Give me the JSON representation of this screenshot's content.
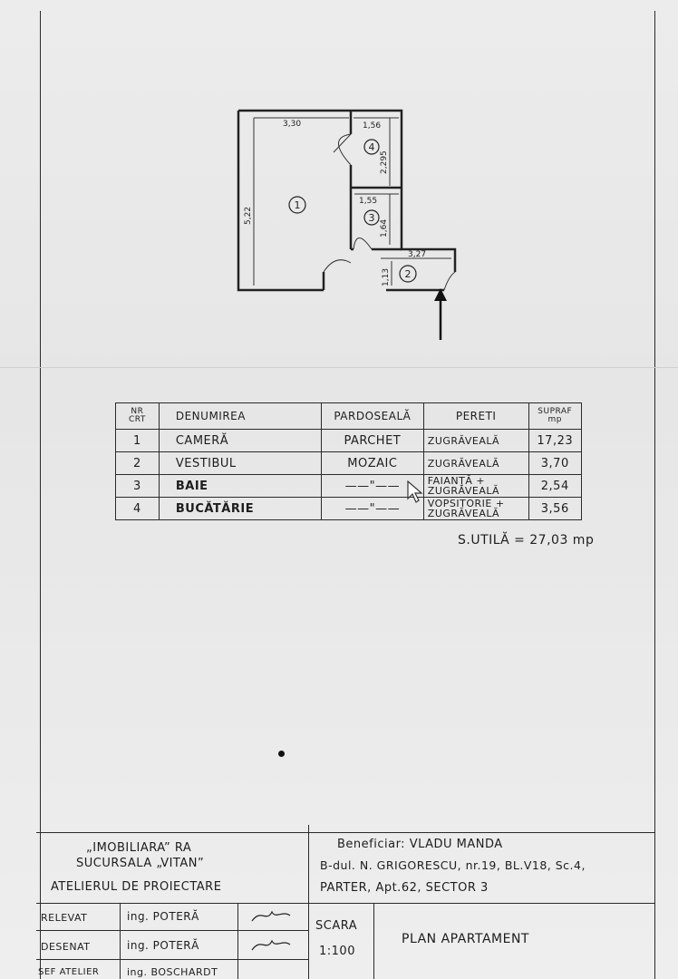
{
  "plan": {
    "dimensions": {
      "room1_width": "3,30",
      "room4_width": "1,56",
      "room1_height": "5,22",
      "room4_height": "2,295",
      "room3_width": "1,55",
      "room3_height": "1,64",
      "room2_width": "3,27",
      "room2_height": "1,13"
    },
    "room_numbers": [
      "1",
      "2",
      "3",
      "4"
    ]
  },
  "table": {
    "headers": {
      "nr_line1": "NR",
      "nr_line2": "CRT",
      "name": "DENUMIREA",
      "floor": "PARDOSEALĂ",
      "walls": "PERETI",
      "area_line1": "SUPRAF",
      "area_line2": "mp"
    },
    "rows": [
      {
        "nr": "1",
        "name": "CAMERĂ",
        "floor": "PARCHET",
        "walls_1": "ZUGRĂVEALĂ",
        "walls_2": "",
        "area": "17,23"
      },
      {
        "nr": "2",
        "name": "VESTIBUL",
        "floor": "MOZAIC",
        "walls_1": "ZUGRĂVEALĂ",
        "walls_2": "",
        "area": "3,70"
      },
      {
        "nr": "3",
        "name": "BAIE",
        "floor": "——\"——",
        "walls_1": "FAIANȚĂ +",
        "walls_2": "ZUGRĂVEALĂ",
        "area": "2,54"
      },
      {
        "nr": "4",
        "name": "BUCĂTĂRIE",
        "floor": "——\"——",
        "walls_1": "VOPSITORIE +",
        "walls_2": "ZUGRĂVEALĂ",
        "area": "3,56"
      }
    ],
    "total": "S.UTILĂ = 27,03 mp"
  },
  "title_block": {
    "company_line1": "„IMOBILIARA” RA",
    "company_line2": "SUCURSALA „VITAN”",
    "company_line3": "ATELIERUL DE PROIECTARE",
    "beneficiary_line1": "Beneficiar: VLADU MANDA",
    "beneficiary_line2": "B-dul. N. GRIGORESCU, nr.19, BL.V18, Sc.4,",
    "beneficiary_line3": "PARTER, Apt.62, SECTOR 3",
    "relevat_label": "RELEVAT",
    "relevat_name": "ing. POTERĂ",
    "desenat_label": "DESENAT",
    "desenat_name": "ing. POTERĂ",
    "sefatelier_label": "SEF ATELIER",
    "sefatelier_name": "ing. BOSCHARDT",
    "scale_label": "SCARA",
    "scale_value": "1:100",
    "plan_title": "PLAN APARTAMENT"
  }
}
